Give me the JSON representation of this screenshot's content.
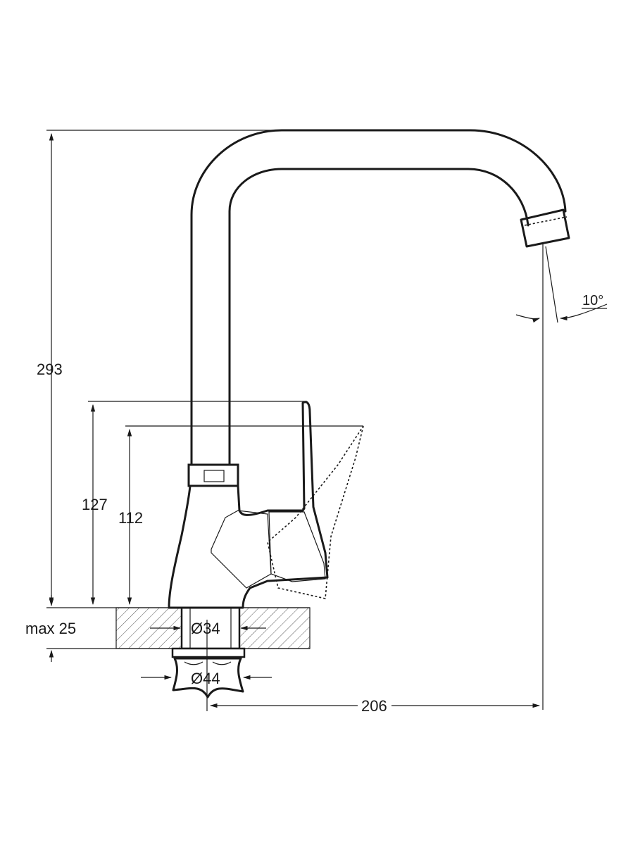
{
  "dimensions": {
    "overall_height": "293",
    "lever_height": "127",
    "body_height": "112",
    "max_thickness": "max 25",
    "inner_diameter": "Ø34",
    "outer_diameter": "Ø44",
    "spout_reach": "206",
    "spout_angle": "10°"
  }
}
